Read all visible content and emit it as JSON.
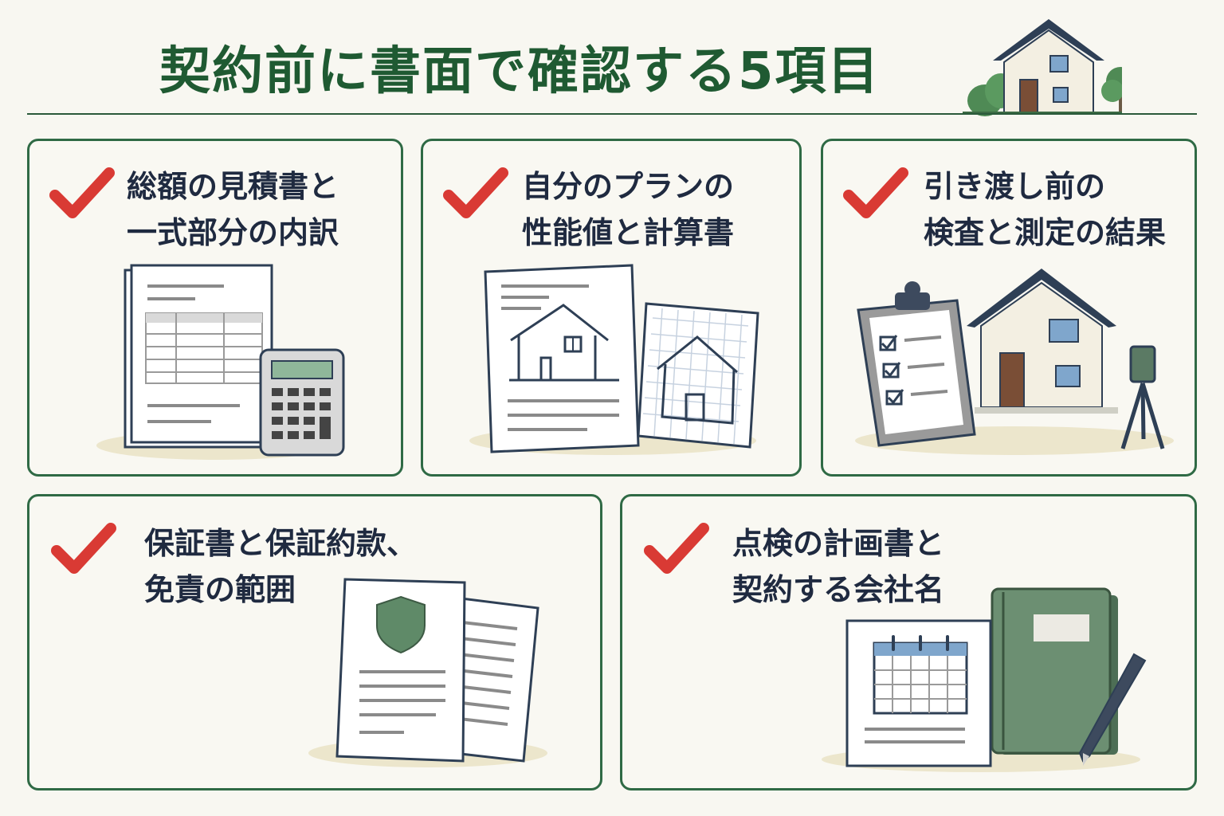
{
  "title": "契約前に書面で確認する5項目",
  "colors": {
    "title_green": "#1f5a32",
    "card_border": "#2f6a45",
    "check_red": "#d93a34",
    "text_navy": "#1f2a40"
  },
  "items": [
    {
      "line1": "総額の見積書と",
      "line2": "一式部分の内訳",
      "icon": "estimate-document-calculator"
    },
    {
      "line1": "自分のプランの",
      "line2": "性能値と計算書",
      "icon": "house-plan-blueprint"
    },
    {
      "line1": "引き渡し前の",
      "line2": "検査と測定の結果",
      "icon": "inspection-clipboard-house"
    },
    {
      "line1": "保証書と保証約款、",
      "line2": "免責の範囲",
      "icon": "warranty-shield-document"
    },
    {
      "line1": "点検の計画書と",
      "line2": "契約する会社名",
      "icon": "calendar-notebook-pen"
    }
  ]
}
